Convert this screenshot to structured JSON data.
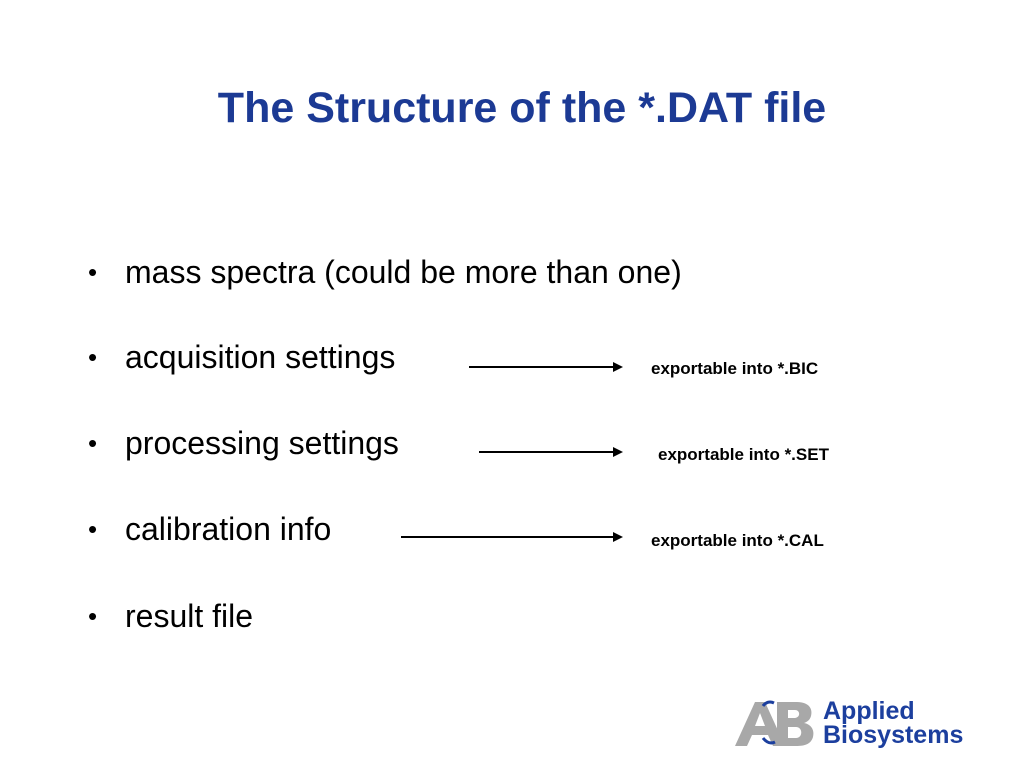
{
  "slide": {
    "title": "The Structure of the *.DAT file",
    "bullets": [
      {
        "text": "mass spectra (could be more than one)"
      },
      {
        "text": "acquisition settings",
        "note": "exportable into *.BIC"
      },
      {
        "text": "processing settings",
        "note": "exportable into *.SET"
      },
      {
        "text": "calibration info",
        "note": "exportable into *.CAL"
      },
      {
        "text": "result file"
      }
    ],
    "bullet_symbol": "•",
    "colors": {
      "title": "#1c3a94",
      "text": "#000000",
      "logo_blue": "#1c3f9e",
      "logo_gray": "#a8a8a8"
    }
  },
  "logo": {
    "line1": "Applied",
    "line2": "Biosystems",
    "mark_letters": "AB"
  }
}
